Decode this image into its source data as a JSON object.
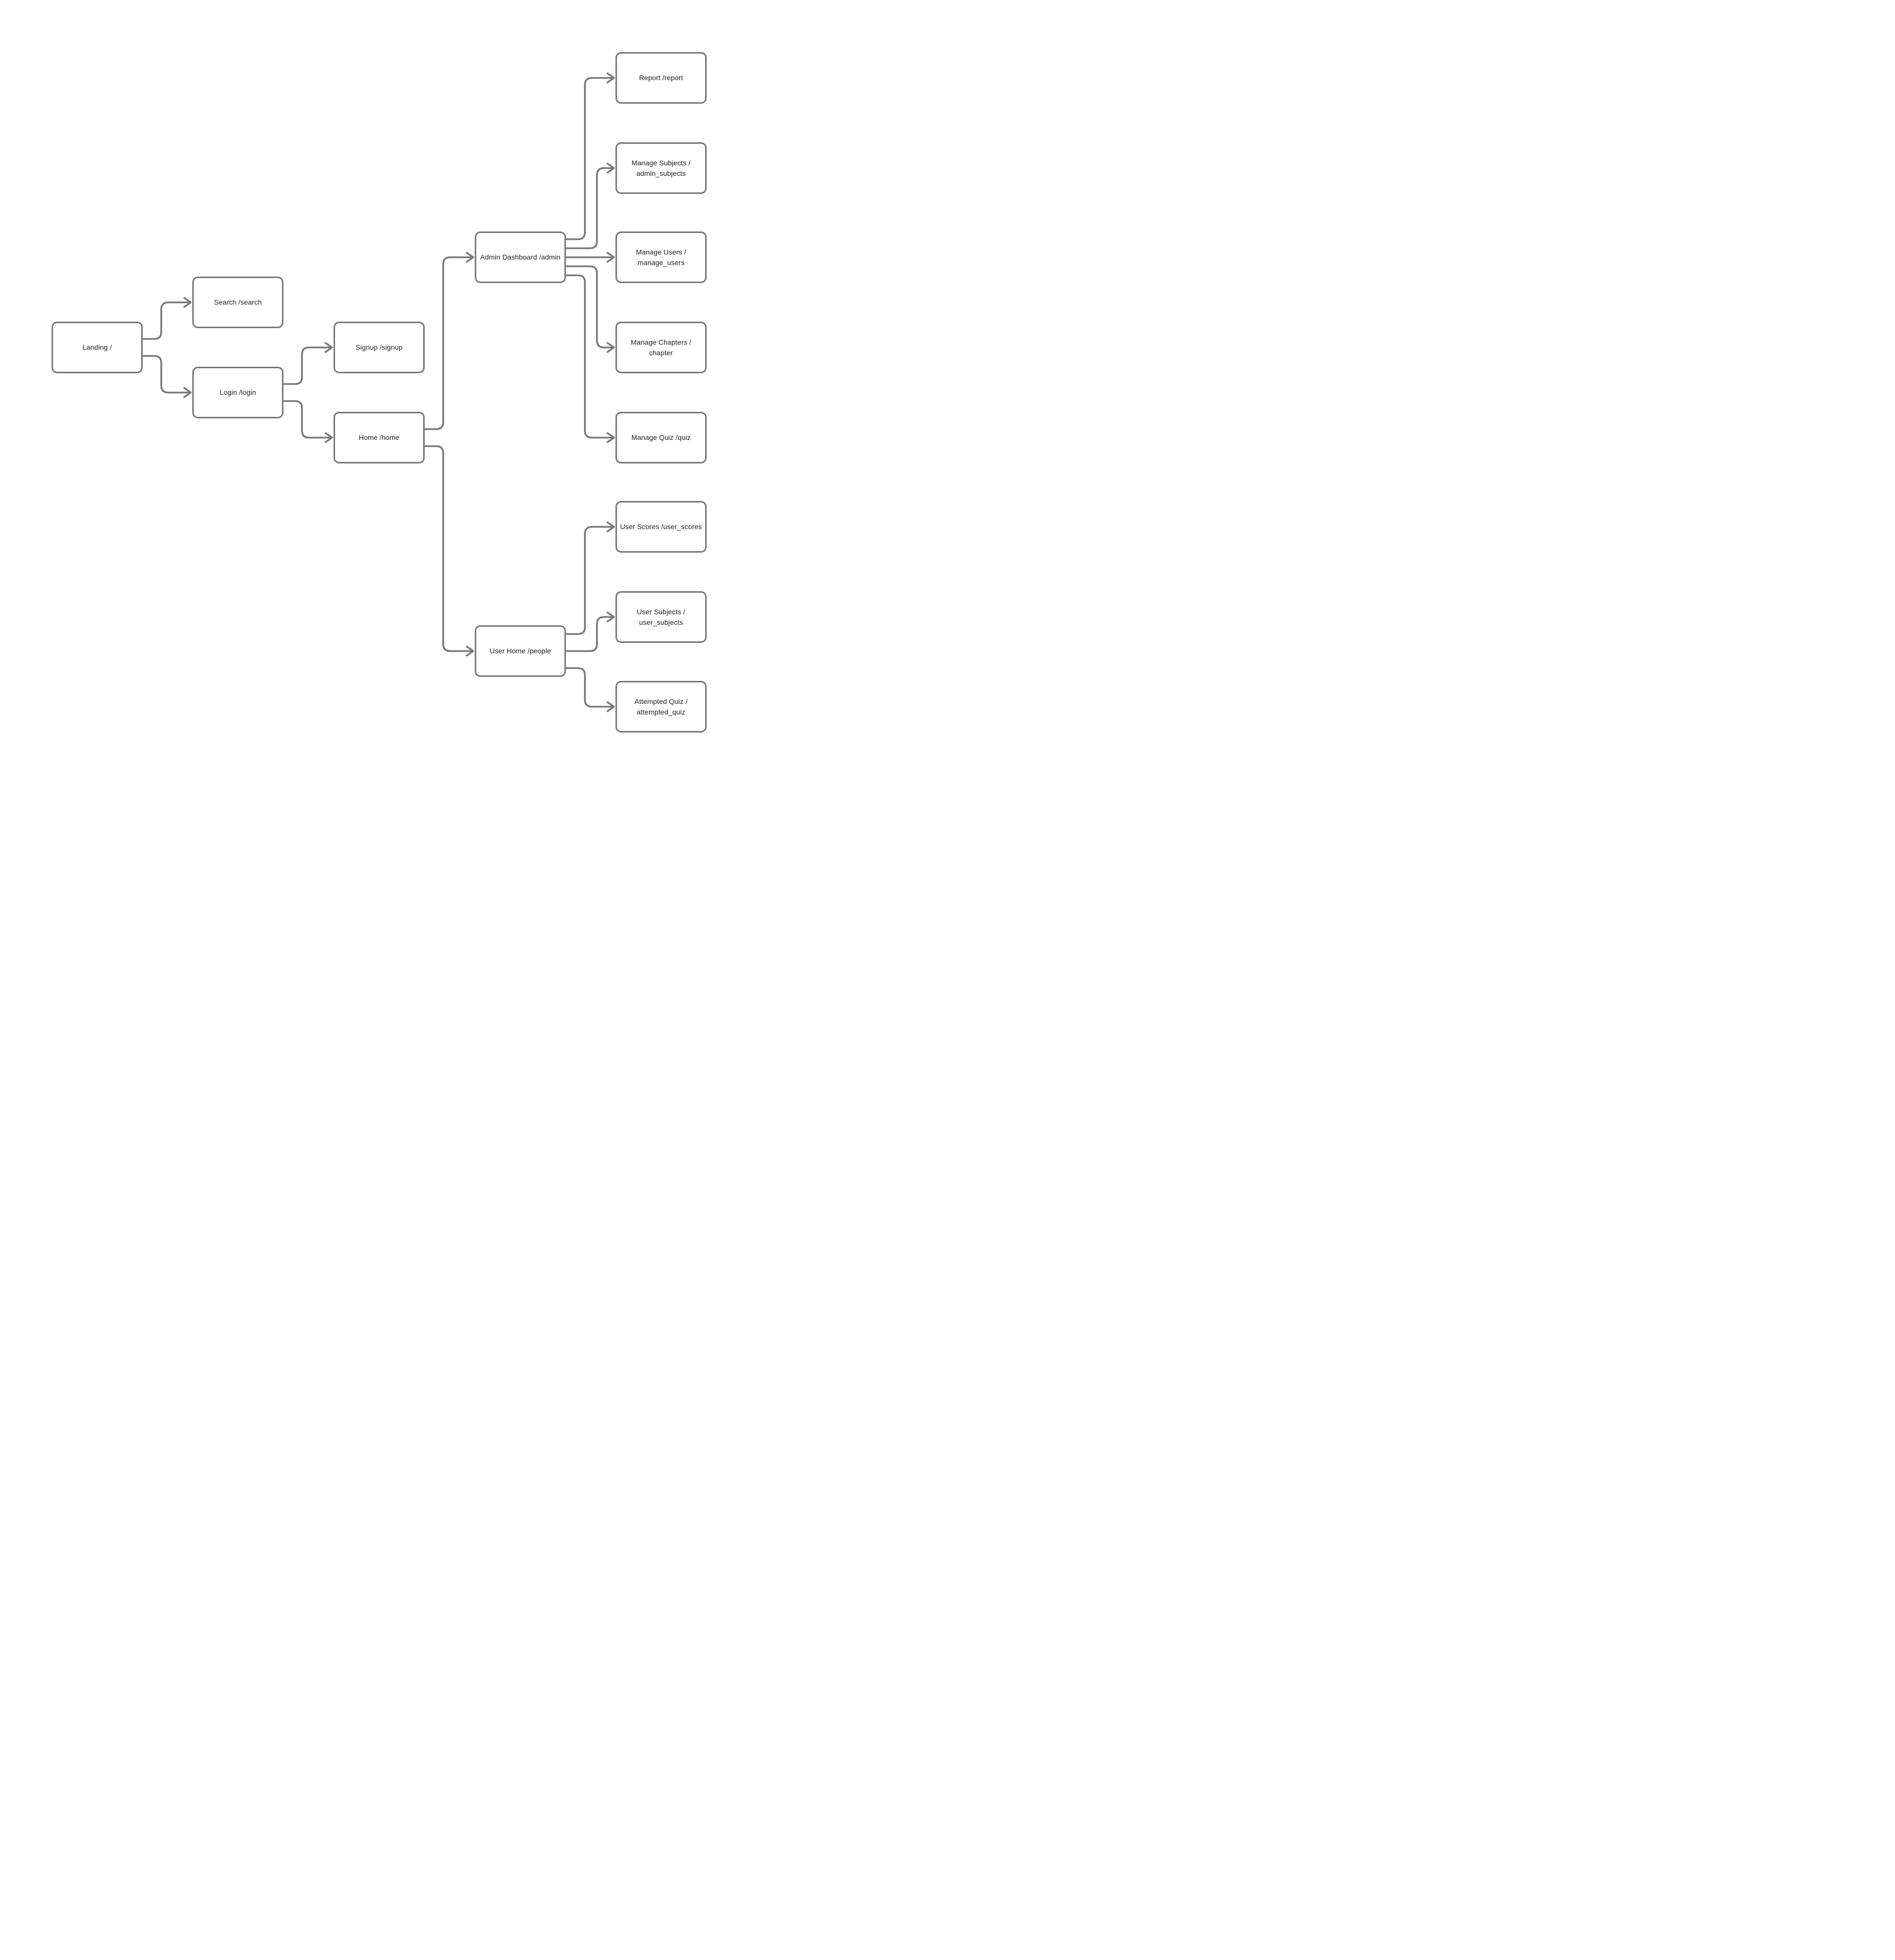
{
  "diagram": {
    "background_color": "#ffffff",
    "node_border_color": "#777777",
    "node_fill_color": "#ffffff",
    "wire_color": "#7a7a7a",
    "text_color": "#1d1d1f",
    "nodes": [
      {
        "id": "landing",
        "label": "Landing /"
      },
      {
        "id": "search",
        "label": "Search /search"
      },
      {
        "id": "login",
        "label": "Login /login"
      },
      {
        "id": "signup",
        "label": "Signup /signup"
      },
      {
        "id": "home",
        "label": "Home /home"
      },
      {
        "id": "admin",
        "label": "Admin Dashboard /admin"
      },
      {
        "id": "report",
        "label": "Report /report"
      },
      {
        "id": "admin_subjects",
        "label": "Manage Subjects /\nadmin_subjects"
      },
      {
        "id": "manage_users",
        "label": "Manage Users /\nmanage_users"
      },
      {
        "id": "chapter",
        "label": "Manage Chapters /\nchapter"
      },
      {
        "id": "quiz",
        "label": "Manage Quiz /quiz"
      },
      {
        "id": "user_home",
        "label": "User Home /people"
      },
      {
        "id": "user_scores",
        "label": "User Scores /user_scores"
      },
      {
        "id": "user_subjects",
        "label": "User Subjects /\nuser_subjects"
      },
      {
        "id": "attempted_quiz",
        "label": "Attempted Quiz /\nattempted_quiz"
      }
    ],
    "edges": [
      {
        "from": "landing",
        "to": "search"
      },
      {
        "from": "landing",
        "to": "login"
      },
      {
        "from": "login",
        "to": "signup"
      },
      {
        "from": "login",
        "to": "home"
      },
      {
        "from": "home",
        "to": "admin"
      },
      {
        "from": "home",
        "to": "user_home"
      },
      {
        "from": "admin",
        "to": "report"
      },
      {
        "from": "admin",
        "to": "admin_subjects"
      },
      {
        "from": "admin",
        "to": "manage_users"
      },
      {
        "from": "admin",
        "to": "chapter"
      },
      {
        "from": "admin",
        "to": "quiz"
      },
      {
        "from": "user_home",
        "to": "user_scores"
      },
      {
        "from": "user_home",
        "to": "user_subjects"
      },
      {
        "from": "user_home",
        "to": "attempted_quiz"
      }
    ]
  }
}
